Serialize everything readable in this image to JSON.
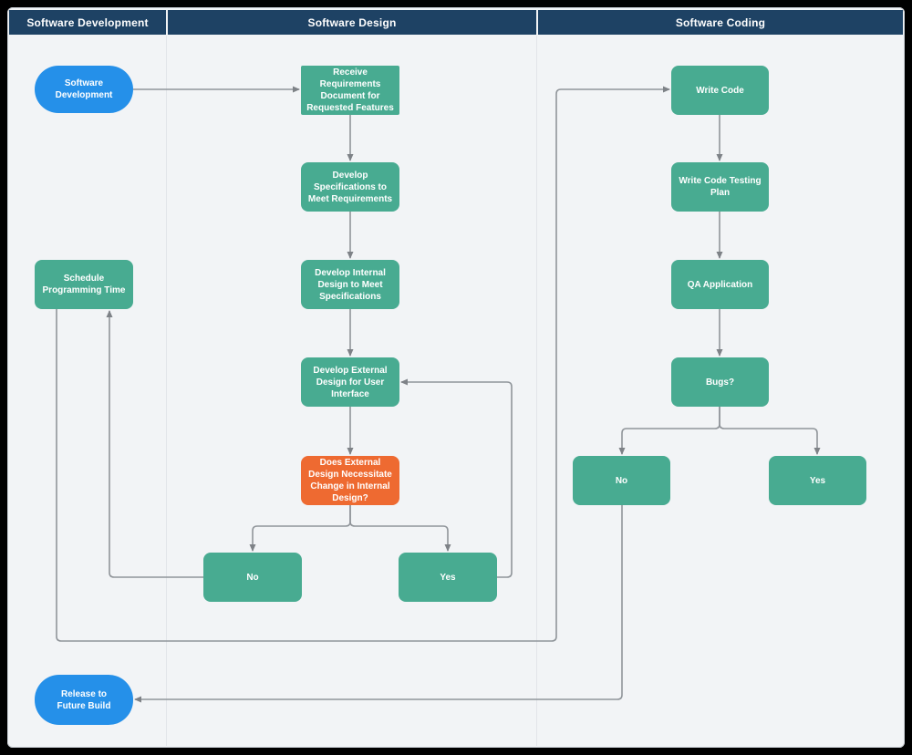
{
  "lanes": [
    {
      "label": "Software Development"
    },
    {
      "label": "Software Design"
    },
    {
      "label": "Software Coding"
    }
  ],
  "nodes": [
    {
      "id": "start",
      "label": "Software Development",
      "kind": "start_end",
      "lane": "Software Development"
    },
    {
      "id": "receive-requirements",
      "label": "Receive Requirements Document for Requested Features",
      "kind": "process",
      "lane": "Software Design"
    },
    {
      "id": "develop-specifications",
      "label": "Develop Specifications to Meet Requirements",
      "kind": "process",
      "lane": "Software Design"
    },
    {
      "id": "develop-internal-design",
      "label": "Develop Internal Design to Meet Specifications",
      "kind": "process",
      "lane": "Software Design"
    },
    {
      "id": "develop-external-design",
      "label": "Develop External Design for User Interface",
      "kind": "process",
      "lane": "Software Design"
    },
    {
      "id": "design-change-question",
      "label": "Does External Design Necessitate Change in Internal Design?",
      "kind": "decision",
      "lane": "Software Design"
    },
    {
      "id": "design-no",
      "label": "No",
      "kind": "process",
      "lane": "Software Design"
    },
    {
      "id": "design-yes",
      "label": "Yes",
      "kind": "process",
      "lane": "Software Design"
    },
    {
      "id": "schedule-programming-time",
      "label": "Schedule Programming Time",
      "kind": "process",
      "lane": "Software Development"
    },
    {
      "id": "release-to-future-build",
      "label": "Release to Future Build",
      "kind": "start_end",
      "lane": "Software Development"
    },
    {
      "id": "write-code",
      "label": "Write Code",
      "kind": "process",
      "lane": "Software Coding"
    },
    {
      "id": "write-code-testing-plan",
      "label": "Write Code Testing Plan",
      "kind": "process",
      "lane": "Software Coding"
    },
    {
      "id": "qa-application",
      "label": "QA Application",
      "kind": "process",
      "lane": "Software Coding"
    },
    {
      "id": "bugs-question",
      "label": "Bugs?",
      "kind": "process",
      "lane": "Software Coding"
    },
    {
      "id": "coding-no",
      "label": "No",
      "kind": "process",
      "lane": "Software Coding"
    },
    {
      "id": "coding-yes",
      "label": "Yes",
      "kind": "process",
      "lane": "Software Coding"
    }
  ],
  "edges": [
    {
      "from": "start",
      "to": "receive-requirements"
    },
    {
      "from": "receive-requirements",
      "to": "develop-specifications"
    },
    {
      "from": "develop-specifications",
      "to": "develop-internal-design"
    },
    {
      "from": "develop-internal-design",
      "to": "develop-external-design"
    },
    {
      "from": "develop-external-design",
      "to": "design-change-question"
    },
    {
      "from": "design-change-question",
      "to": "design-no"
    },
    {
      "from": "design-change-question",
      "to": "design-yes"
    },
    {
      "from": "design-no",
      "to": "schedule-programming-time"
    },
    {
      "from": "design-yes",
      "to": "develop-external-design"
    },
    {
      "from": "schedule-programming-time",
      "to": "write-code"
    },
    {
      "from": "write-code",
      "to": "write-code-testing-plan"
    },
    {
      "from": "write-code-testing-plan",
      "to": "qa-application"
    },
    {
      "from": "qa-application",
      "to": "bugs-question"
    },
    {
      "from": "bugs-question",
      "to": "coding-no"
    },
    {
      "from": "bugs-question",
      "to": "coding-yes"
    },
    {
      "from": "coding-no",
      "to": "release-to-future-build"
    }
  ],
  "palette": {
    "start_end": "#2590E9",
    "process": "#48AB91",
    "decision": "#EE6A31",
    "header": "#1E4264",
    "connector": "#90959A",
    "arrowhead": "#7E8287",
    "lane_bg": "#F2F4F6"
  }
}
